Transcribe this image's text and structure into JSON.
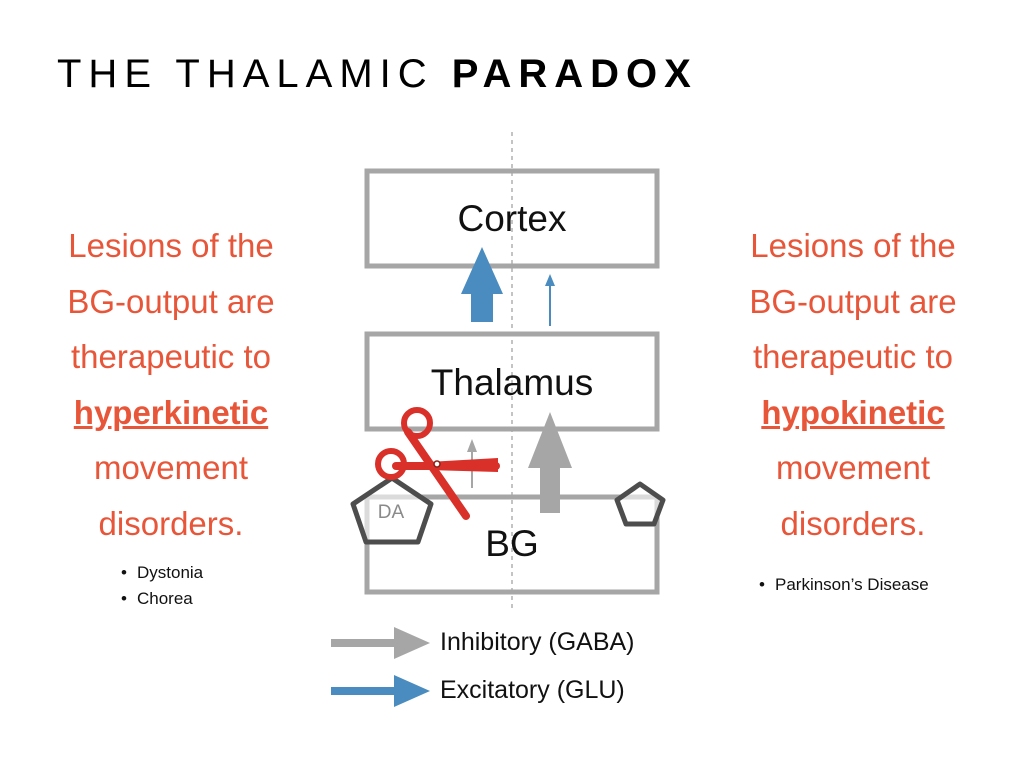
{
  "title": {
    "prefix": "THE THALAMIC ",
    "emphasis": "PARADOX"
  },
  "left": {
    "lines_before": [
      "Lesions of the",
      "BG-output are",
      "therapeutic to"
    ],
    "keyword": "hyperkinetic",
    "lines_after": [
      "movement",
      "disorders."
    ],
    "bullets": [
      "Dystonia",
      "Chorea"
    ]
  },
  "right": {
    "lines_before": [
      "Lesions of the",
      "BG-output are",
      "therapeutic to"
    ],
    "keyword": "hypokinetic",
    "lines_after": [
      "movement",
      "disorders."
    ],
    "bullets": [
      "Parkinson’s Disease"
    ]
  },
  "diagram": {
    "boxes": {
      "cortex": "Cortex",
      "thalamus": "Thalamus",
      "bg": "BG"
    },
    "dopamine_label": "DA"
  },
  "legend": {
    "inhibitory": "Inhibitory (GABA)",
    "excitatory": "Excitatory (GLU)"
  },
  "colors": {
    "title_text": "#000000",
    "accent_text": "#e8563a",
    "excitatory_arrow": "#4a8cbf",
    "inhibitory_arrow": "#a6a6a6",
    "box_border": "#a6a6a6",
    "pentagon": "#4d4d4d",
    "scissors": "#d9302a"
  },
  "icons": {
    "lesion": "scissors-icon",
    "dopamine": "pentagon-icon"
  }
}
